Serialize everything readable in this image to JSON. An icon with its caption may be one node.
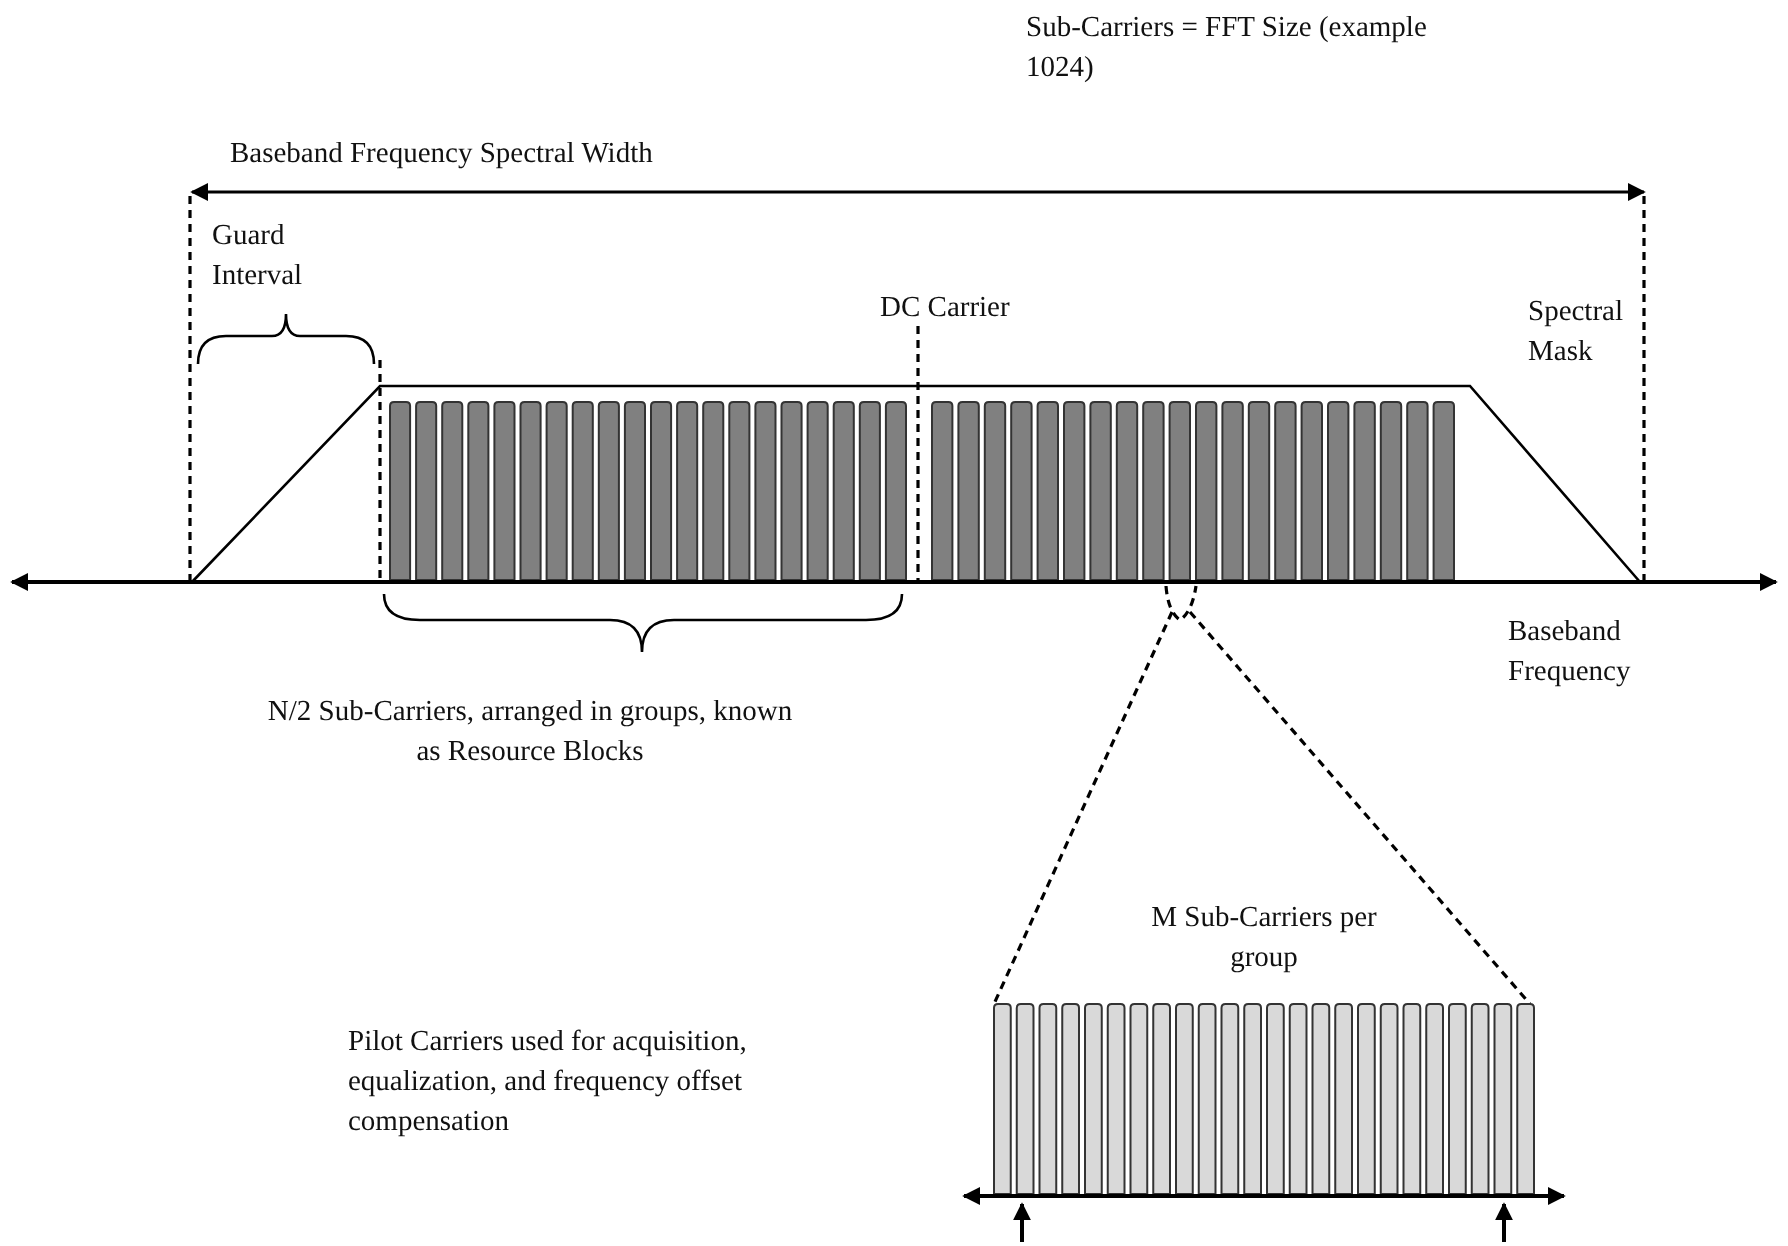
{
  "diagram": {
    "labels": [
      "Sub-Carriers = FFT Size (example 1024)",
      "Baseband Frequency Spectral Width",
      "Guard Interval",
      "DC Carrier",
      "Spectral Mask",
      "Baseband Frequency",
      "N/2 Sub-Carriers, arranged in groups, known as Resource Blocks",
      "M Sub-Carriers per group",
      "Pilot Carriers used for acquisition, equalization, and frequency offset compensation"
    ]
  }
}
